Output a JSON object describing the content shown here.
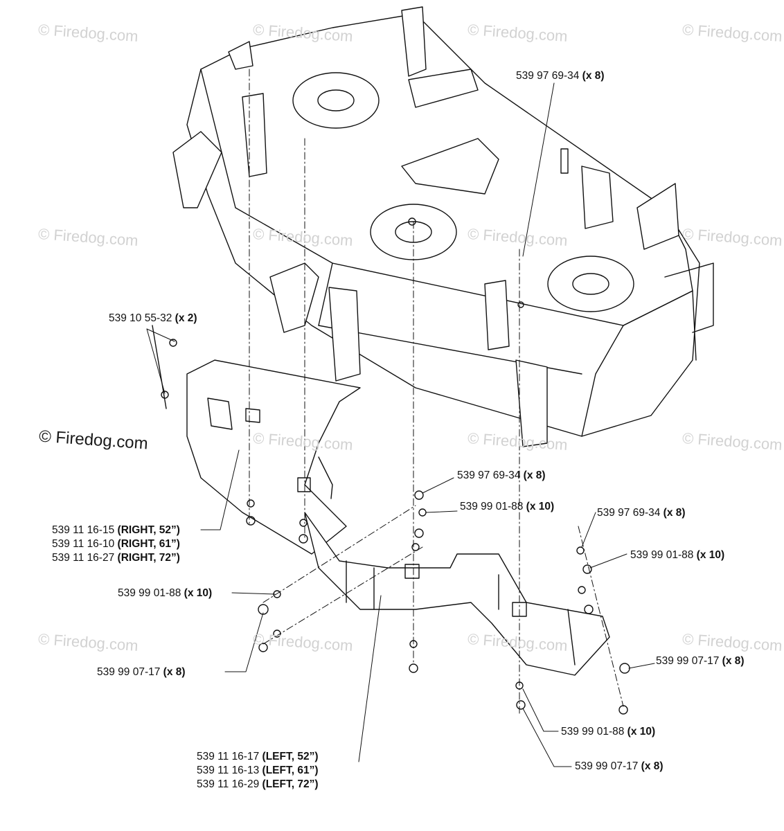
{
  "watermark": {
    "text": "© Firedog.com",
    "main_text": "© Firedog.com"
  },
  "callouts": {
    "top_bolt": {
      "part": "539 97 69-34",
      "qty": "(x 8)"
    },
    "side_bolt": {
      "part": "539 10 55-32",
      "qty": "(x 2)"
    },
    "right_shield": [
      {
        "part": "539 11 16-15",
        "spec": "(RIGHT, 52”)"
      },
      {
        "part": "539 11 16-10",
        "spec": "(RIGHT, 61”)"
      },
      {
        "part": "539 11 16-27",
        "spec": "(RIGHT, 72”)"
      }
    ],
    "mid_bolt": {
      "part": "539 97 69-34",
      "qty": "(x 8)"
    },
    "mid_washer": {
      "part": "539 99 01-88",
      "qty": "(x 10)"
    },
    "right_bolt": {
      "part": "539 97 69-34",
      "qty": "(x 8)"
    },
    "right_washer": {
      "part": "539 99 01-88",
      "qty": "(x 10)"
    },
    "left_washer": {
      "part": "539 99 01-88",
      "qty": "(x 10)"
    },
    "left_nut": {
      "part": "539 99 07-17",
      "qty": "(x 8)"
    },
    "right_nut": {
      "part": "539 99 07-17",
      "qty": "(x 8)"
    },
    "left_shield": [
      {
        "part": "539 11 16-17",
        "spec": "(LEFT, 52”)"
      },
      {
        "part": "539 11 16-13",
        "spec": "(LEFT, 61”)"
      },
      {
        "part": "539 11 16-29",
        "spec": "(LEFT, 72”)"
      }
    ],
    "bottom_washer": {
      "part": "539 99 01-88",
      "qty": "(x 10)"
    },
    "bottom_nut": {
      "part": "539 99 07-17",
      "qty": "(x 8)"
    }
  }
}
